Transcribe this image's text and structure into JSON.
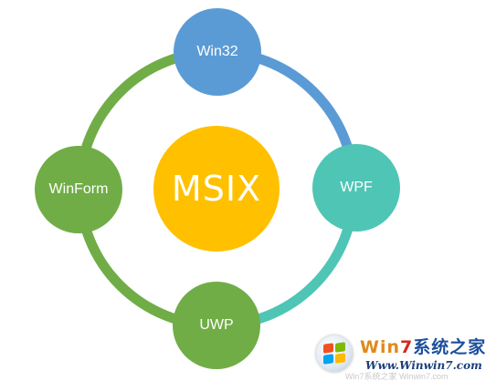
{
  "diagram": {
    "center": {
      "label": "MSIX",
      "color": "#FFC000"
    },
    "nodes": [
      {
        "id": "top",
        "label": "Win32",
        "color": "#5B9BD5"
      },
      {
        "id": "right",
        "label": "WPF",
        "color": "#4FC5B5"
      },
      {
        "id": "bottom",
        "label": "UWP",
        "color": "#70AD47"
      },
      {
        "id": "left",
        "label": "WinForm",
        "color": "#70AD47"
      }
    ],
    "ring_colors": {
      "top_right": "#5B9BD5",
      "bottom_right": "#4FC5B5",
      "left": "#70AD47"
    }
  },
  "watermark": {
    "title_win": "Win",
    "title_seven": "7",
    "title_cn": "系统之家",
    "url": "Www.Winwin7.com",
    "faint_text": "Win7系统之家 Winwin7.com",
    "icon": "windows-flag-icon"
  }
}
